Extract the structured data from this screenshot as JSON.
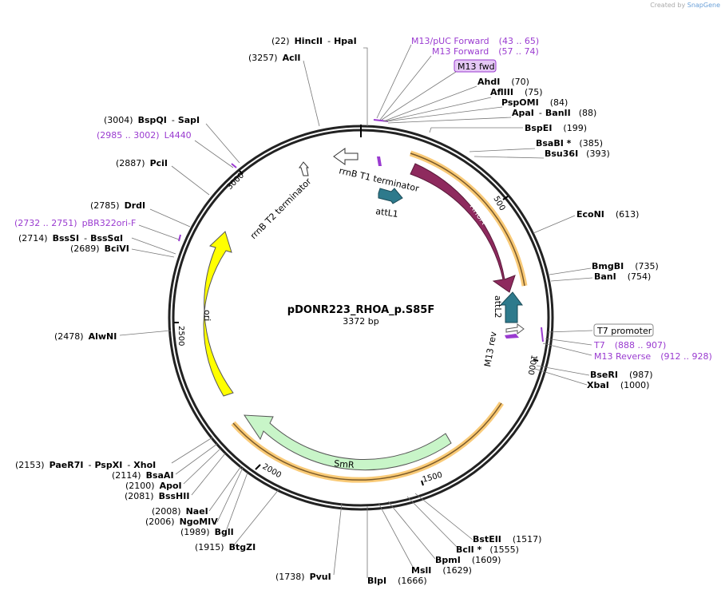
{
  "credit": {
    "prefix": "Created by",
    "brand": "SnapGene"
  },
  "plasmid": {
    "name": "pDONR223_RHOA_p.S85F",
    "length_label": "3372 bp",
    "length": 3372
  },
  "ticks": [
    "500",
    "1000",
    "1500",
    "2000",
    "2500",
    "3000"
  ],
  "features": [
    {
      "name": "RhoA",
      "color": "#8e2a5e"
    },
    {
      "name": "attL2",
      "color": "#2e7a8c"
    },
    {
      "name": "attL1",
      "color": "#2e7a8c"
    },
    {
      "name": "rrnB T1 terminator",
      "color": "#ffffff"
    },
    {
      "name": "rrnB T2 terminator",
      "color": "#ffffff"
    },
    {
      "name": "ori",
      "color": "#ffff00"
    },
    {
      "name": "SmR",
      "color": "#c8f5c8"
    },
    {
      "name": "M13 rev",
      "color": "#ffffff"
    },
    {
      "name": "T7 promoter",
      "color": "#ffffff"
    },
    {
      "name": "M13 fwd",
      "color": "#e5c8f5"
    }
  ],
  "primers": [
    {
      "name": "M13/pUC Forward",
      "range": "(43 .. 65)"
    },
    {
      "name": "M13 Forward",
      "range": "(57 .. 74)"
    },
    {
      "name": "L4440",
      "range": "(2985 .. 3002)"
    },
    {
      "name": "pBR322ori-F",
      "range": "(2732 .. 2751)"
    },
    {
      "name": "T7",
      "range": "(888 .. 907)"
    },
    {
      "name": "M13 Reverse",
      "range": "(912 .. 928)"
    }
  ],
  "sites": [
    {
      "pos": "(22)",
      "name": "HincII",
      "name2": "HpaI"
    },
    {
      "pos": "(3257)",
      "name": "AclI"
    },
    {
      "pos": "(70)",
      "name": "AhdI"
    },
    {
      "pos": "(75)",
      "name": "AflIII"
    },
    {
      "pos": "(84)",
      "name": "PspOMI"
    },
    {
      "pos": "(88)",
      "name": "ApaI",
      "name2": "BanII"
    },
    {
      "pos": "(199)",
      "name": "BspEI"
    },
    {
      "pos": "(385)",
      "name": "BsaBI *"
    },
    {
      "pos": "(393)",
      "name": "Bsu36I"
    },
    {
      "pos": "(613)",
      "name": "EcoNI"
    },
    {
      "pos": "(735)",
      "name": "BmgBI"
    },
    {
      "pos": "(754)",
      "name": "BanI"
    },
    {
      "pos": "(987)",
      "name": "BseRI"
    },
    {
      "pos": "(1000)",
      "name": "XbaI"
    },
    {
      "pos": "(3004)",
      "name": "BspQI",
      "name2": "SapI"
    },
    {
      "pos": "(2887)",
      "name": "PciI"
    },
    {
      "pos": "(2785)",
      "name": "DrdI"
    },
    {
      "pos": "(2714)",
      "name": "BssSI",
      "name2": "BssSαI"
    },
    {
      "pos": "(2689)",
      "name": "BciVI"
    },
    {
      "pos": "(2478)",
      "name": "AlwNI"
    },
    {
      "pos": "(2153)",
      "name": "PaeR7I",
      "name2": "PspXI",
      "name3": "XhoI"
    },
    {
      "pos": "(2114)",
      "name": "BsaAI"
    },
    {
      "pos": "(2100)",
      "name": "ApoI"
    },
    {
      "pos": "(2081)",
      "name": "BssHII"
    },
    {
      "pos": "(2008)",
      "name": "NaeI"
    },
    {
      "pos": "(2006)",
      "name": "NgoMIV"
    },
    {
      "pos": "(1989)",
      "name": "BglI"
    },
    {
      "pos": "(1915)",
      "name": "BtgZI"
    },
    {
      "pos": "(1738)",
      "name": "PvuI"
    },
    {
      "pos": "(1666)",
      "name": "BlpI"
    },
    {
      "pos": "(1629)",
      "name": "MslI"
    },
    {
      "pos": "(1609)",
      "name": "BpmI"
    },
    {
      "pos": "(1555)",
      "name": "BclI *"
    },
    {
      "pos": "(1517)",
      "name": "BstEII"
    }
  ]
}
